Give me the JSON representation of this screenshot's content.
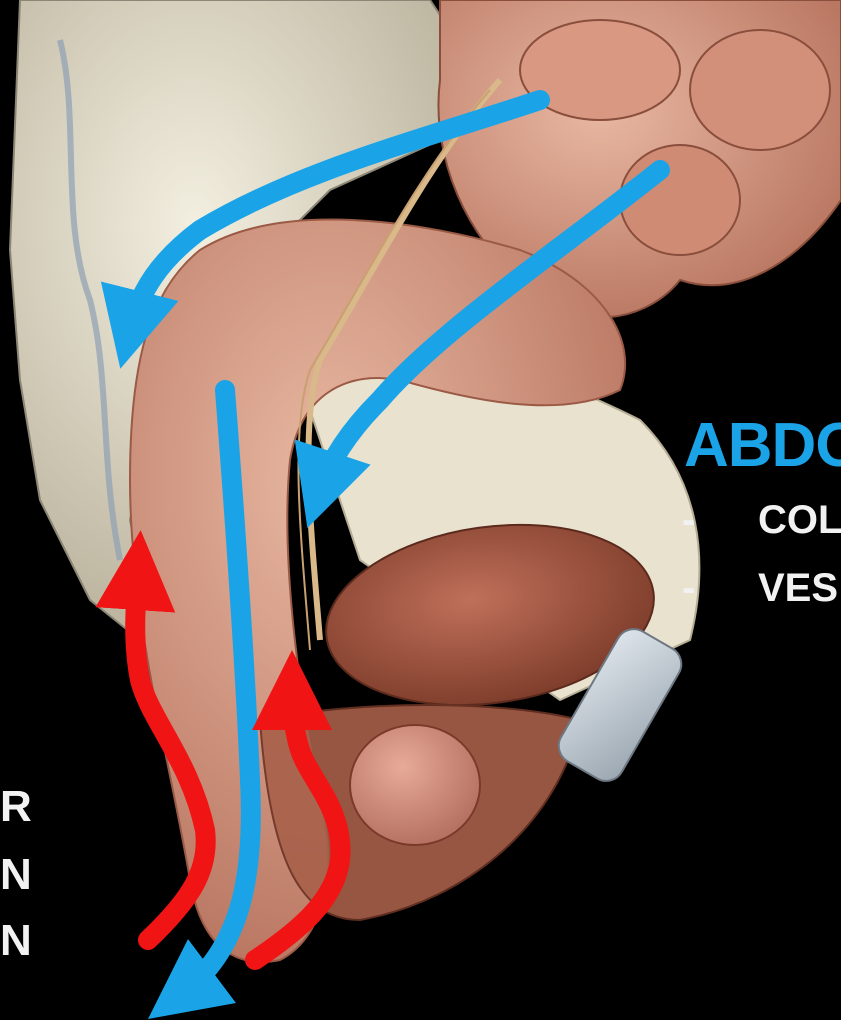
{
  "title": "ABDO",
  "bullets": [
    {
      "dash": "-",
      "text": "COL"
    },
    {
      "dash": "-",
      "text": "VES"
    }
  ],
  "left_letters": [
    "R",
    "N",
    "N"
  ],
  "colors": {
    "background": "#000000",
    "blue_arrow": "#1ba3e8",
    "red_arrow": "#f01414",
    "tissue": "#d9a38c",
    "bone": "#e6e0cc",
    "muscle": "#9c5238"
  },
  "arrows": {
    "blue_count": 3,
    "red_count": 2
  }
}
